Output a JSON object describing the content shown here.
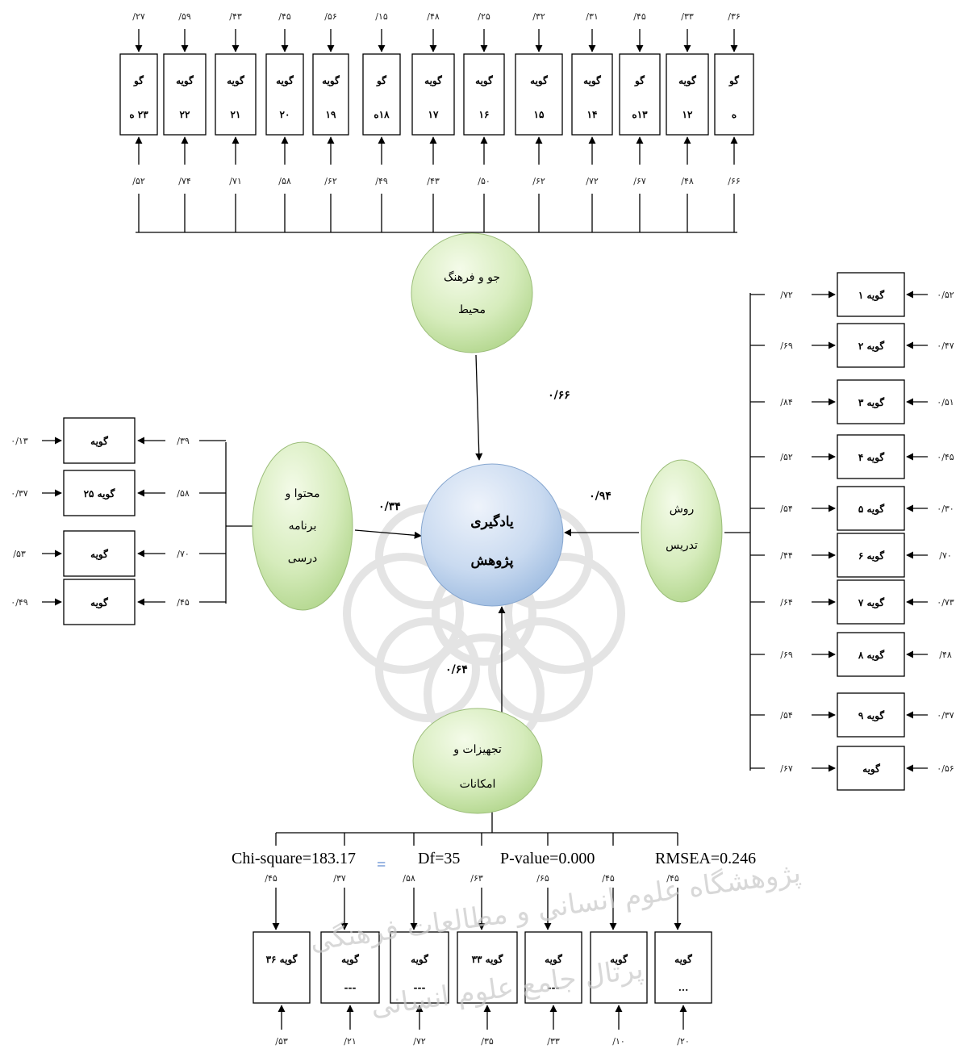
{
  "latent": {
    "center_line1": "یادگیری",
    "center_line2": "پژوهش",
    "top_line1": "جو و فرهنگ",
    "top_line2": "محیط",
    "left_line1": "محتوا و",
    "left_line2": "برنامه",
    "left_line3": "درسی",
    "right_line1": "روش",
    "right_line2": "تدریس",
    "bottom_line1": "تجهیزات و",
    "bottom_line2": "امکانات"
  },
  "paths": {
    "top": "۰/۶۶",
    "left": "۰/۳۴",
    "right": "۰/۹۴",
    "bottom": "۰/۶۴"
  },
  "top_items": [
    {
      "line1": "گو",
      "line2": "۲۳ ه",
      "error": "/۲۷",
      "loading": "/۵۲"
    },
    {
      "line1": "گویه",
      "line2": "۲۲",
      "error": "/۵۹",
      "loading": "/۷۴"
    },
    {
      "line1": "گویه",
      "line2": "۲۱",
      "error": "/۴۳",
      "loading": "/۷۱"
    },
    {
      "line1": "گویه",
      "line2": "۲۰",
      "error": "/۴۵",
      "loading": "/۵۸"
    },
    {
      "line1": "گویه",
      "line2": "۱۹",
      "error": "/۵۶",
      "loading": "/۶۲"
    },
    {
      "line1": "گو",
      "line2": "۱۸ه",
      "error": "/۱۵",
      "loading": "/۴۹"
    },
    {
      "line1": "گویه",
      "line2": "۱۷",
      "error": "/۴۸",
      "loading": "/۴۳"
    },
    {
      "line1": "گویه",
      "line2": "۱۶",
      "error": "/۲۵",
      "loading": "/۵۰"
    },
    {
      "line1": "گویه",
      "line2": "۱۵",
      "error": "/۳۲",
      "loading": "/۶۲"
    },
    {
      "line1": "گویه",
      "line2": "۱۴",
      "error": "/۳۱",
      "loading": "/۷۲"
    },
    {
      "line1": "گو",
      "line2": "۱۳ه",
      "error": "/۴۵",
      "loading": "/۶۷"
    },
    {
      "line1": "گویه",
      "line2": "۱۲",
      "error": "/۳۳",
      "loading": "/۴۸"
    },
    {
      "line1": "گو",
      "line2": "ه",
      "error": "/۳۶",
      "loading": "/۶۶"
    }
  ],
  "right_items": [
    {
      "label": "گویه ۱",
      "loading": "/۷۲",
      "error": "۰/۵۲"
    },
    {
      "label": "گویه ۲",
      "loading": "/۶۹",
      "error": "۰/۴۷"
    },
    {
      "label": "گویه ۳",
      "loading": "/۸۴",
      "error": "۰/۵۱"
    },
    {
      "label": "گویه ۴",
      "loading": "/۵۲",
      "error": "۰/۴۵"
    },
    {
      "label": "گویه ۵",
      "loading": "/۵۴",
      "error": "۰/۳۰"
    },
    {
      "label": "گویه ۶",
      "loading": "/۴۴",
      "error": "/۷۰"
    },
    {
      "label": "گویه ۷",
      "loading": "/۶۴",
      "error": "۰/۷۳"
    },
    {
      "label": "گویه ۸",
      "loading": "/۶۹",
      "error": "/۴۸"
    },
    {
      "label": "گویه ۹",
      "loading": "/۵۴",
      "error": "۰/۳۷"
    },
    {
      "label": "گویه",
      "loading": "/۶۷",
      "error": "۰/۵۶"
    }
  ],
  "left_items": [
    {
      "label": "گویه",
      "loading": "/۳۹",
      "error": "۰/۱۳"
    },
    {
      "label": "گویه ۲۵",
      "loading": "/۵۸",
      "error": "۰/۳۷"
    },
    {
      "label": "گویه",
      "loading": "/۷۰",
      "error": "/۵۳"
    },
    {
      "label": "گویه",
      "loading": "/۴۵",
      "error": "۰/۴۹"
    }
  ],
  "bottom_items": [
    {
      "line1": "گویه ۳۶",
      "line2": "",
      "loading": "/۴۵",
      "error": "/۵۳"
    },
    {
      "line1": "گویه",
      "line2": "---",
      "loading": "/۳۷",
      "error": "/۲۱"
    },
    {
      "line1": "گویه",
      "line2": "---",
      "loading": "/۵۸",
      "error": "/۷۲"
    },
    {
      "line1": "گویه ۳۳",
      "line2": "",
      "loading": "/۶۳",
      "error": "/۳۵"
    },
    {
      "line1": "گویه",
      "line2": "---",
      "loading": "/۶۵",
      "error": "/۳۳"
    },
    {
      "line1": "گویه",
      "line2": "",
      "loading": "/۴۵",
      "error": "/۱۰"
    },
    {
      "line1": "گویه",
      "line2": "...",
      "loading": "/۴۵",
      "error": "/۲۰"
    }
  ],
  "fit": {
    "chi": "Chi-square=183.17",
    "eq": "=",
    "df": "Df=35",
    "p": "P-value=0.000",
    "rmsea": "RMSEA=0.246"
  },
  "watermark": {
    "line1": "پژوهشگاه علوم انسانی و مطالعات فرهنگی",
    "line2": "پرتال جامع علوم انسانی"
  }
}
